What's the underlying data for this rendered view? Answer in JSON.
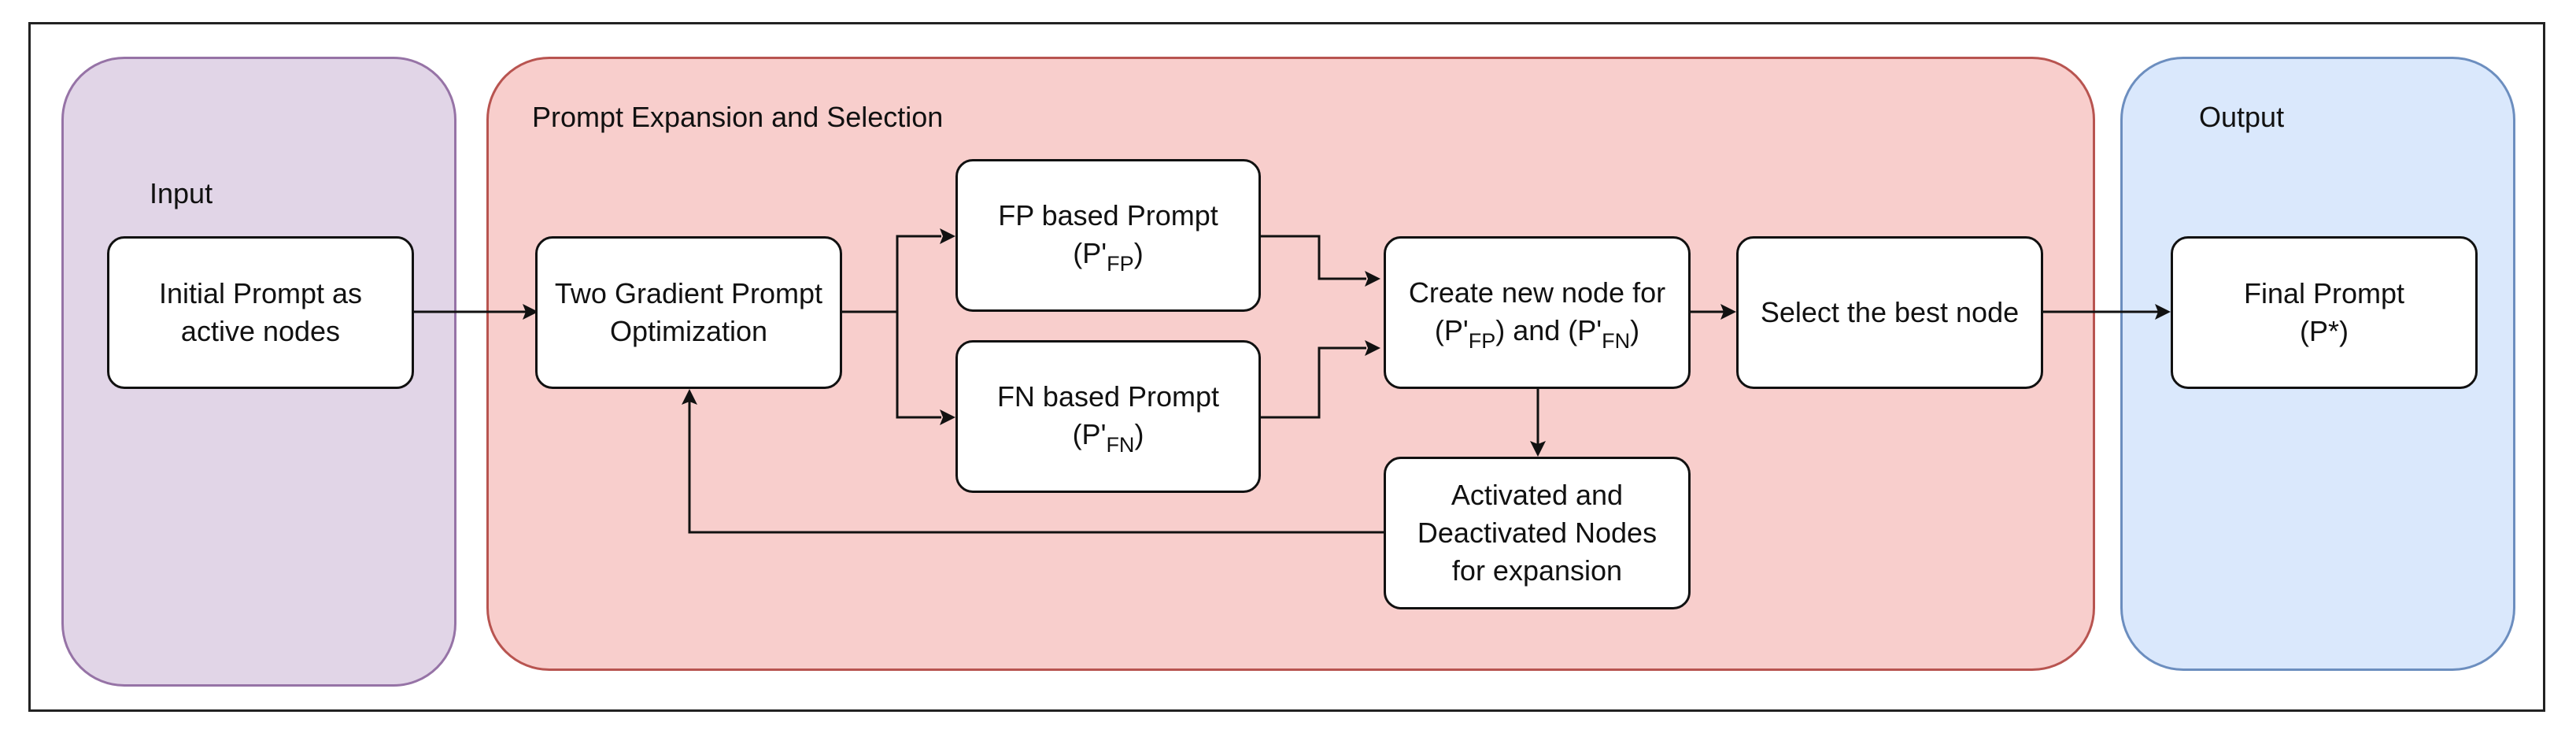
{
  "panels": {
    "input": {
      "title": "Input",
      "fill": "#e1d5e7",
      "stroke": "#9673a6"
    },
    "expansion": {
      "title": "Prompt Expansion and Selection",
      "fill": "#f8cecc",
      "stroke": "#b85450"
    },
    "output": {
      "title": "Output",
      "fill": "#dae8fc",
      "stroke": "#6c8ebf"
    }
  },
  "nodes": {
    "initial_prompt": {
      "line1": "Initial Prompt as",
      "line2": "active nodes"
    },
    "two_gradient": {
      "line1": "Two Gradient Prompt",
      "line2": "Optimization"
    },
    "fp_prompt": {
      "line1": "FP based Prompt",
      "open": "(P'",
      "sub": "FP",
      "close": ")"
    },
    "fn_prompt": {
      "line1": "FN based Prompt",
      "open": "(P'",
      "sub": "FN",
      "close": ")"
    },
    "create_node": {
      "line1": "Create new node for",
      "a_open": "(P'",
      "a_sub": "FP",
      "middle": ") and (P'",
      "b_sub": "FN",
      "close": ")"
    },
    "select_best": {
      "label": "Select the best node"
    },
    "activated": {
      "line1": "Activated and",
      "line2": "Deactivated Nodes",
      "line3": "for expansion"
    },
    "final_prompt": {
      "line1": "Final Prompt",
      "line2": "(P*)"
    }
  }
}
